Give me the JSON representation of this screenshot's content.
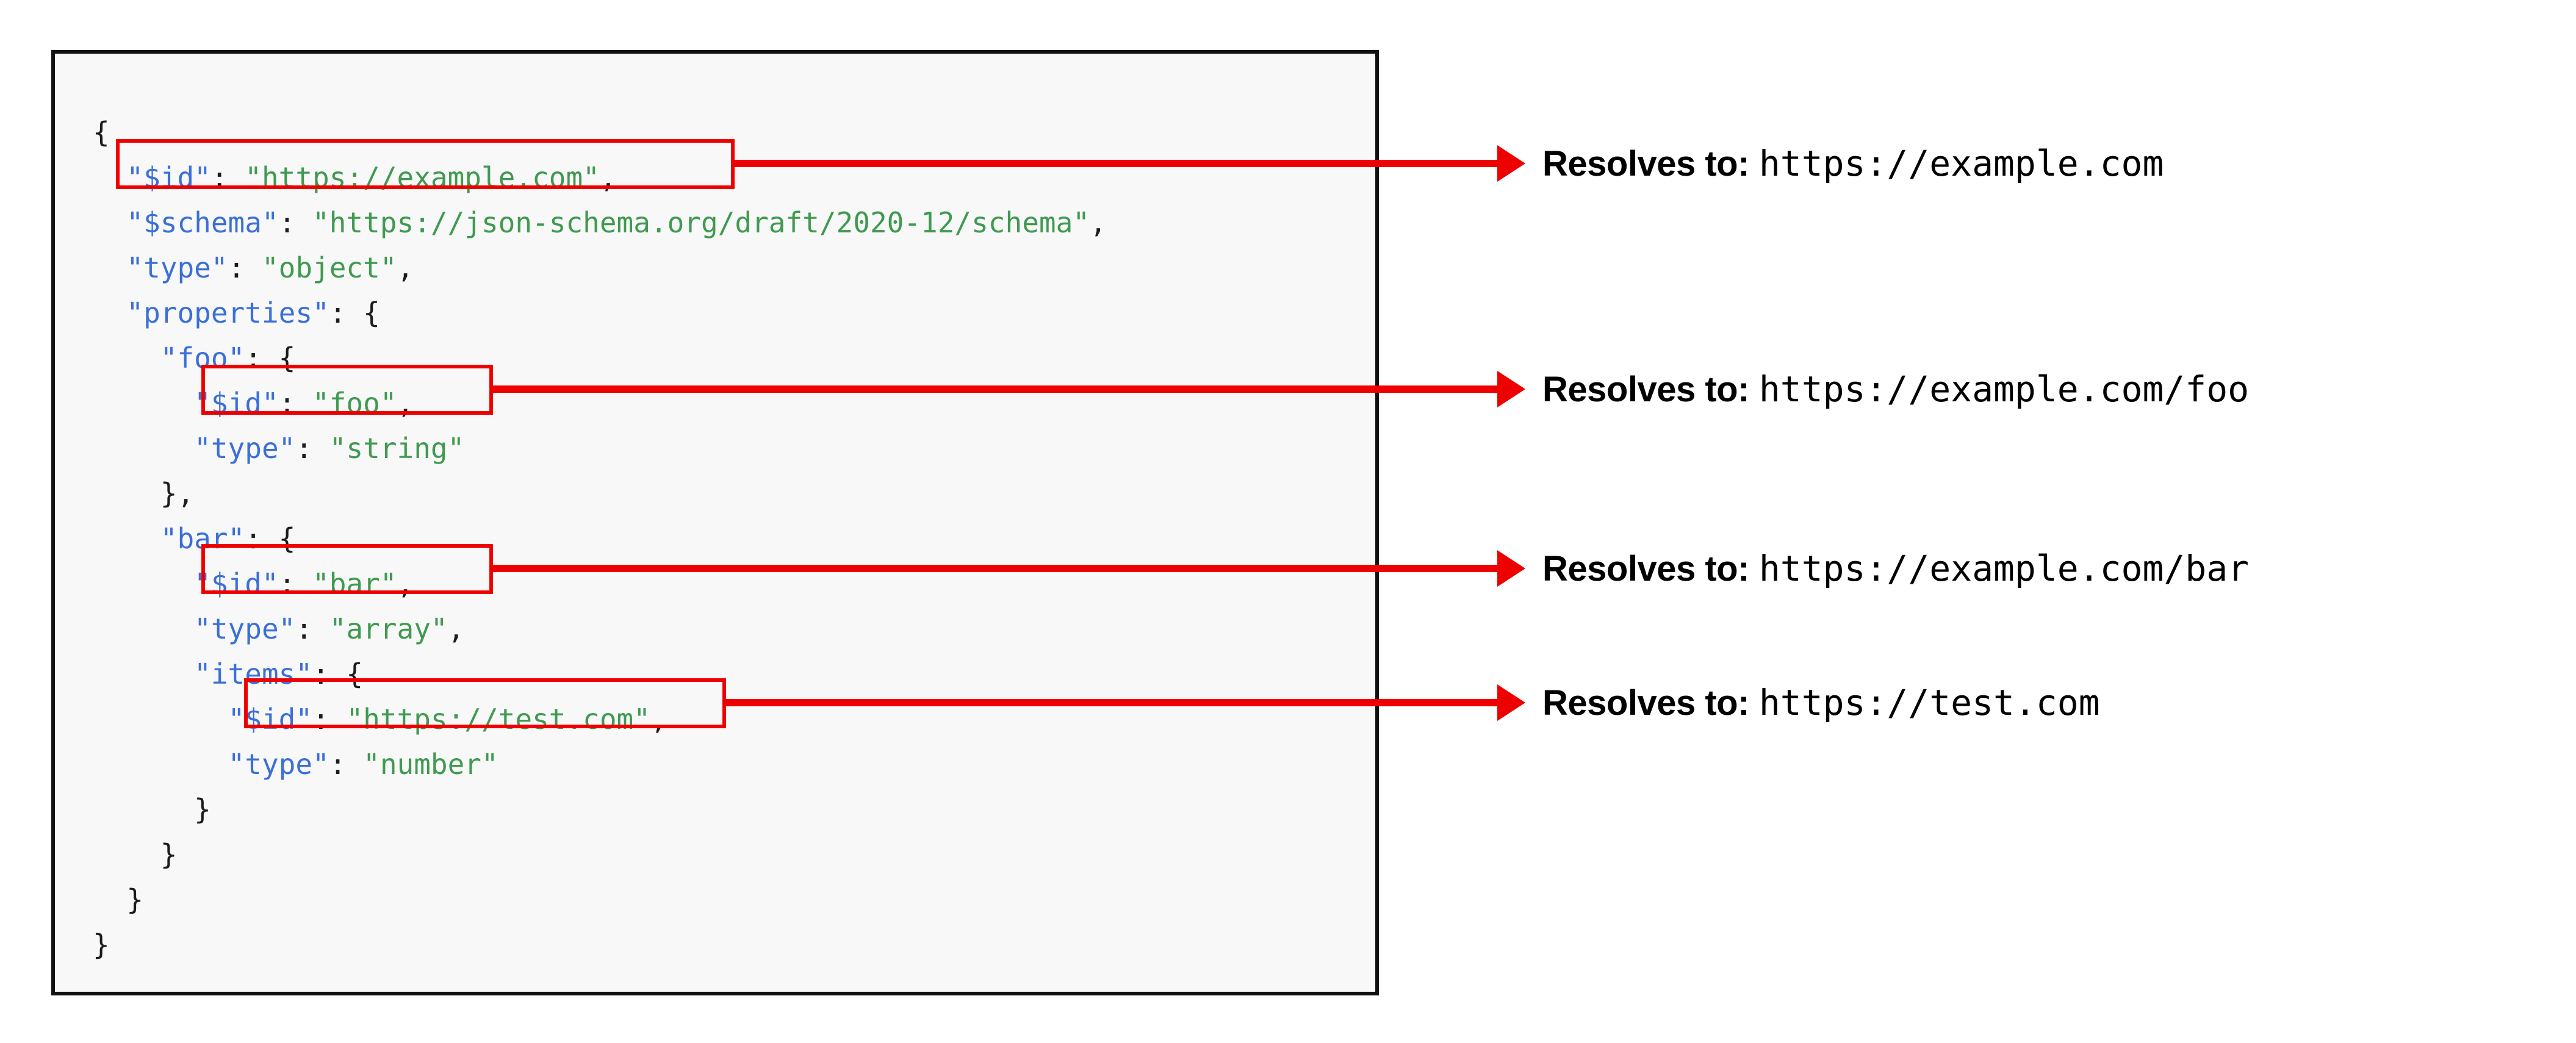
{
  "panel": {
    "background_color": "#f8f8f8",
    "border_color": "#111111"
  },
  "colors": {
    "key": "#3b6fd8",
    "string": "#3f9a50",
    "punctuation": "#1c1c1c",
    "highlight": "#ee0000",
    "text": "#000000"
  },
  "code": {
    "language": "json",
    "lines": [
      {
        "indent": 0,
        "key": "",
        "value": "",
        "punct": "{"
      },
      {
        "indent": 1,
        "key": "\"$id\"",
        "sep": ": ",
        "value": "\"https://example.com\"",
        "punct": ","
      },
      {
        "indent": 1,
        "key": "\"$schema\"",
        "sep": ": ",
        "value": "\"https://json-schema.org/draft/2020-12/schema\"",
        "punct": ","
      },
      {
        "indent": 1,
        "key": "\"type\"",
        "sep": ": ",
        "value": "\"object\"",
        "punct": ","
      },
      {
        "indent": 1,
        "key": "\"properties\"",
        "sep": ": ",
        "value": "",
        "punct": "{"
      },
      {
        "indent": 2,
        "key": "\"foo\"",
        "sep": ": ",
        "value": "",
        "punct": "{"
      },
      {
        "indent": 3,
        "key": "\"$id\"",
        "sep": ": ",
        "value": "\"foo\"",
        "punct": ","
      },
      {
        "indent": 3,
        "key": "\"type\"",
        "sep": ": ",
        "value": "\"string\"",
        "punct": ""
      },
      {
        "indent": 2,
        "key": "",
        "value": "",
        "punct": "},"
      },
      {
        "indent": 2,
        "key": "\"bar\"",
        "sep": ": ",
        "value": "",
        "punct": "{"
      },
      {
        "indent": 3,
        "key": "\"$id\"",
        "sep": ": ",
        "value": "\"bar\"",
        "punct": ","
      },
      {
        "indent": 3,
        "key": "\"type\"",
        "sep": ": ",
        "value": "\"array\"",
        "punct": ","
      },
      {
        "indent": 3,
        "key": "\"items\"",
        "sep": ": ",
        "value": "",
        "punct": "{"
      },
      {
        "indent": 4,
        "key": "\"$id\"",
        "sep": ": ",
        "value": "\"https://test.com\"",
        "punct": ","
      },
      {
        "indent": 4,
        "key": "\"type\"",
        "sep": ": ",
        "value": "\"number\"",
        "punct": ""
      },
      {
        "indent": 3,
        "key": "",
        "value": "",
        "punct": "}"
      },
      {
        "indent": 2,
        "key": "",
        "value": "",
        "punct": "}"
      },
      {
        "indent": 1,
        "key": "",
        "value": "",
        "punct": "}"
      },
      {
        "indent": 0,
        "key": "",
        "value": "",
        "punct": "}"
      }
    ]
  },
  "annotations": [
    {
      "id": "id-root",
      "label": "Resolves to:",
      "url": "https://example.com",
      "source_snippet": "\"$id\": \"https://example.com\""
    },
    {
      "id": "id-foo",
      "label": "Resolves to:",
      "url": "https://example.com/foo",
      "source_snippet": "\"$id\": \"foo\","
    },
    {
      "id": "id-bar",
      "label": "Resolves to:",
      "url": "https://example.com/bar",
      "source_snippet": "\"$id\": \"bar\","
    },
    {
      "id": "id-items",
      "label": "Resolves to:",
      "url": "https://test.com",
      "source_snippet": "\"$id\": \"https://test.com\","
    }
  ]
}
